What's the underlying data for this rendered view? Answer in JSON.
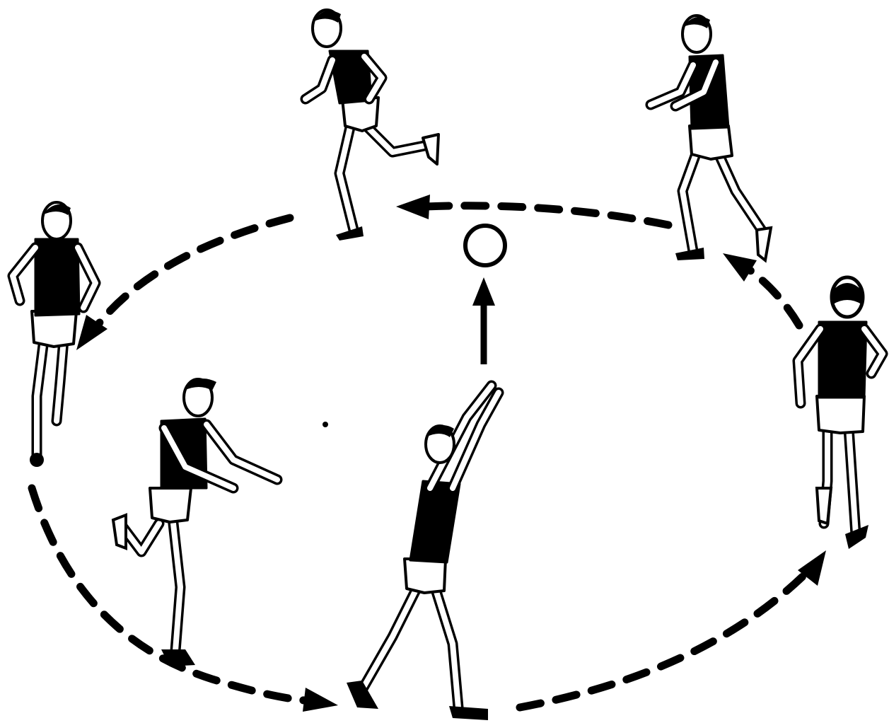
{
  "diagram": {
    "players": [
      {
        "id": "top-runner",
        "role": "running"
      },
      {
        "id": "top-right-runner",
        "role": "running"
      },
      {
        "id": "left-runner",
        "role": "running"
      },
      {
        "id": "right-runner",
        "role": "running"
      },
      {
        "id": "catcher",
        "role": "receiving"
      },
      {
        "id": "thrower",
        "role": "throwing"
      }
    ],
    "ball": {
      "shape": "circle"
    },
    "path": {
      "style": "dashed",
      "direction": "counter-clockwise"
    }
  }
}
